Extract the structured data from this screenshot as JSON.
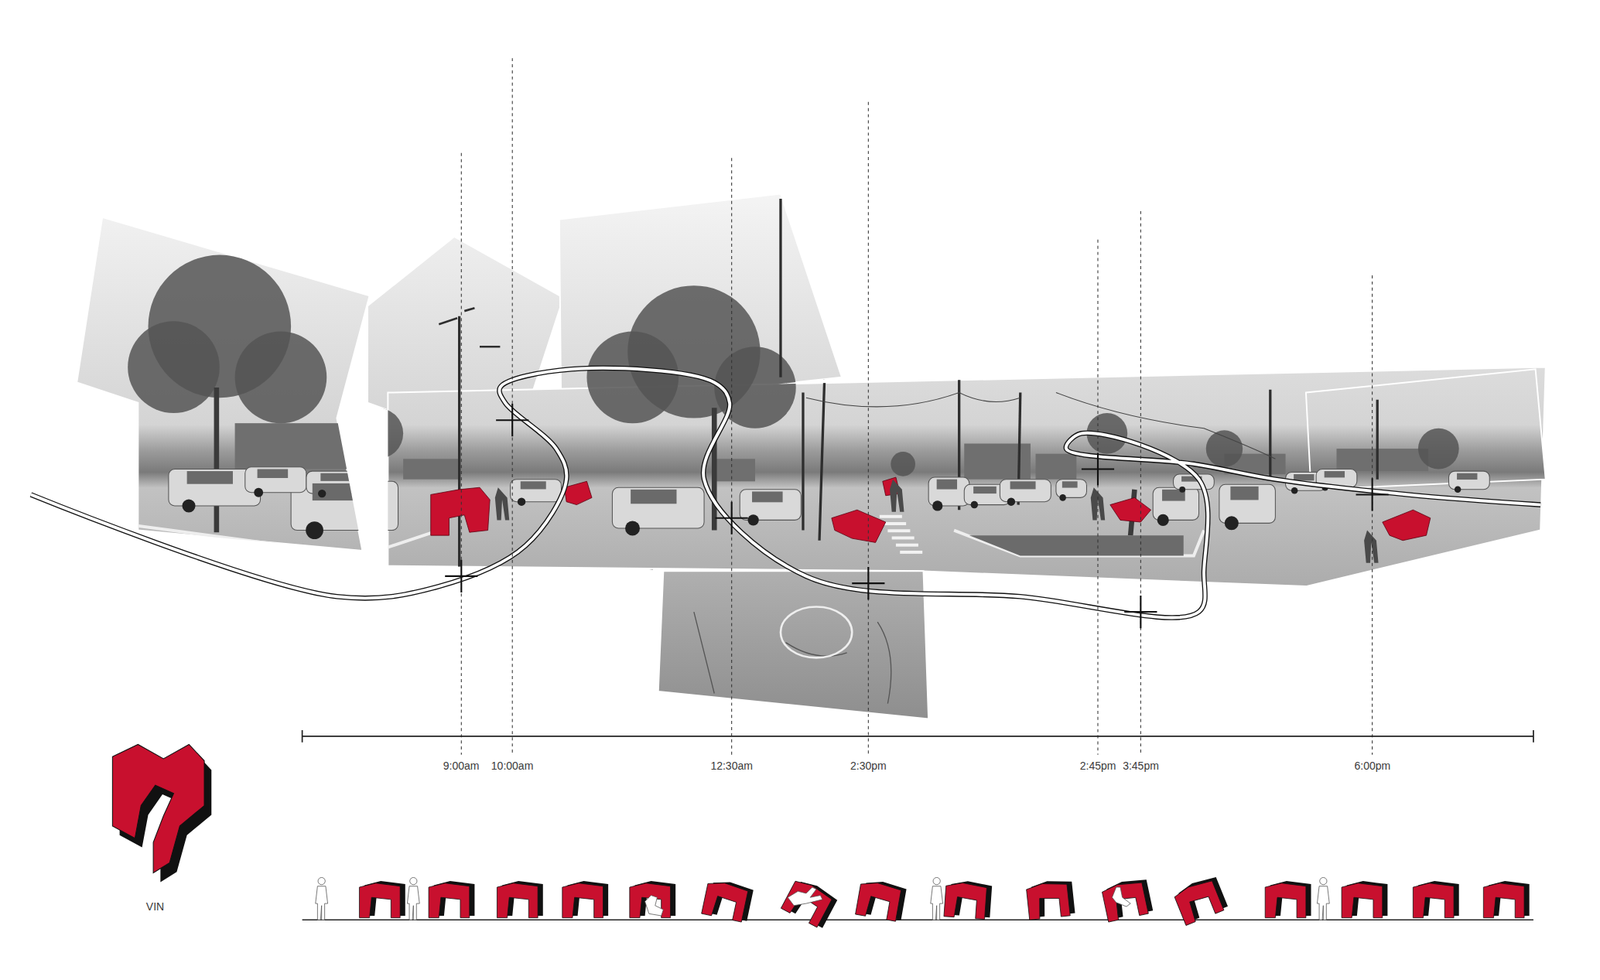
{
  "diagram": {
    "labels": [
      "9:00am",
      "10:00am",
      "12:30am",
      "2:30pm",
      "2:45pm",
      "3:45pm",
      "6:00pm",
      "VIN"
    ]
  }
}
